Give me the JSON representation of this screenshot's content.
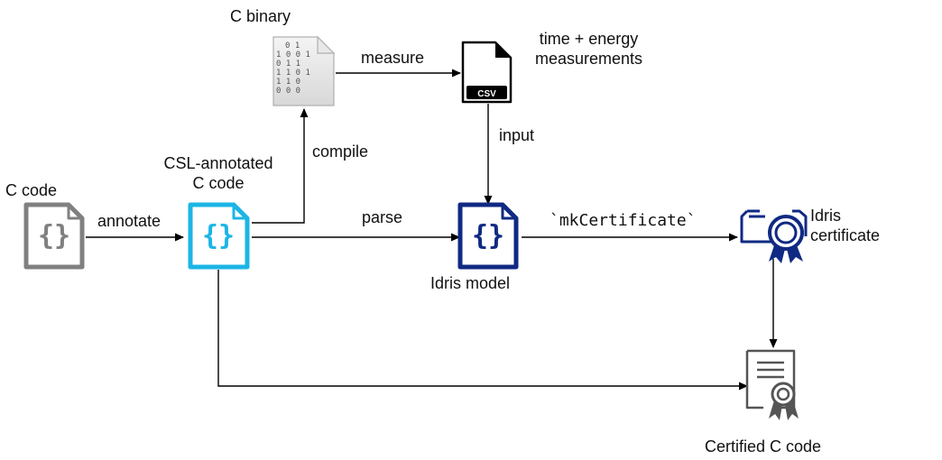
{
  "nodes": {
    "c_code": {
      "label": "C code",
      "icon": "code-file-icon",
      "color": "#808080"
    },
    "csl_annotated": {
      "label_line1": "CSL-annotated",
      "label_line2": "C code",
      "icon": "code-file-icon",
      "color": "#1cb5e6"
    },
    "c_binary": {
      "label": "C binary",
      "icon": "binary-file-icon",
      "binary_lines": [
        "0 1",
        "1   0 0 1",
        "0   1 1",
        "1 1 0 1",
        "1 1     0",
        "0 0 0"
      ]
    },
    "csv": {
      "label_line1": "time + energy",
      "label_line2": "measurements",
      "icon": "csv-file-icon",
      "badge": "CSV"
    },
    "idris_model": {
      "label": "Idris model",
      "icon": "code-file-icon",
      "color": "#102a83"
    },
    "idris_certificate": {
      "label_line1": "Idris",
      "label_line2": "certificate",
      "icon": "certificate-icon",
      "color": "#102a83"
    },
    "certified_c_code": {
      "label": "Certified C code",
      "icon": "certificate-document-icon",
      "color": "#555555"
    }
  },
  "edges": {
    "annotate": "annotate",
    "compile": "compile",
    "measure": "measure",
    "input": "input",
    "parse": "parse",
    "mk_certificate": "`mkCertificate`"
  }
}
